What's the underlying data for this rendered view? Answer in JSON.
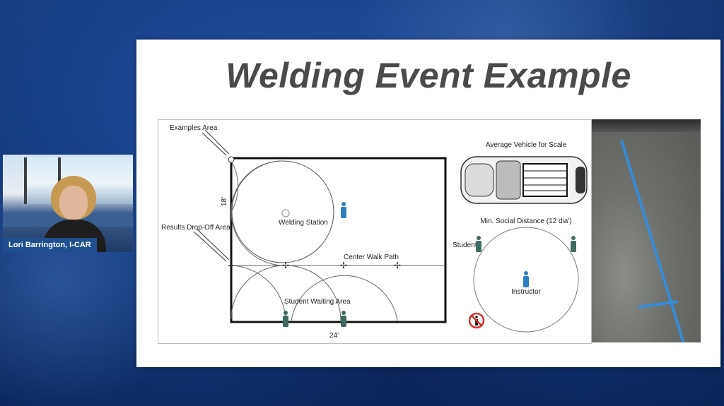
{
  "slide": {
    "title": "Welding Event Example"
  },
  "diagram": {
    "examples_area": "Examples Area",
    "results_dropoff": "Results Drop-Off Area",
    "welding_station": "Welding Station",
    "center_walk_path": "Center Walk Path",
    "student_waiting_area": "Student Waiting Area",
    "dim_width": "24'",
    "dim_height": "18'",
    "vehicle_scale": "Average Vehicle for Scale",
    "social_distance": "Min. Social Distance (12 dia')",
    "student": "Student",
    "instructor": "Instructor"
  },
  "video": {
    "participant_name": "Lori Barrington, I-CAR"
  },
  "colors": {
    "background_blue": "#123c86",
    "person_blue": "#2e7fbf",
    "person_green": "#3e6b63",
    "tape_blue": "#2f8fe6"
  }
}
